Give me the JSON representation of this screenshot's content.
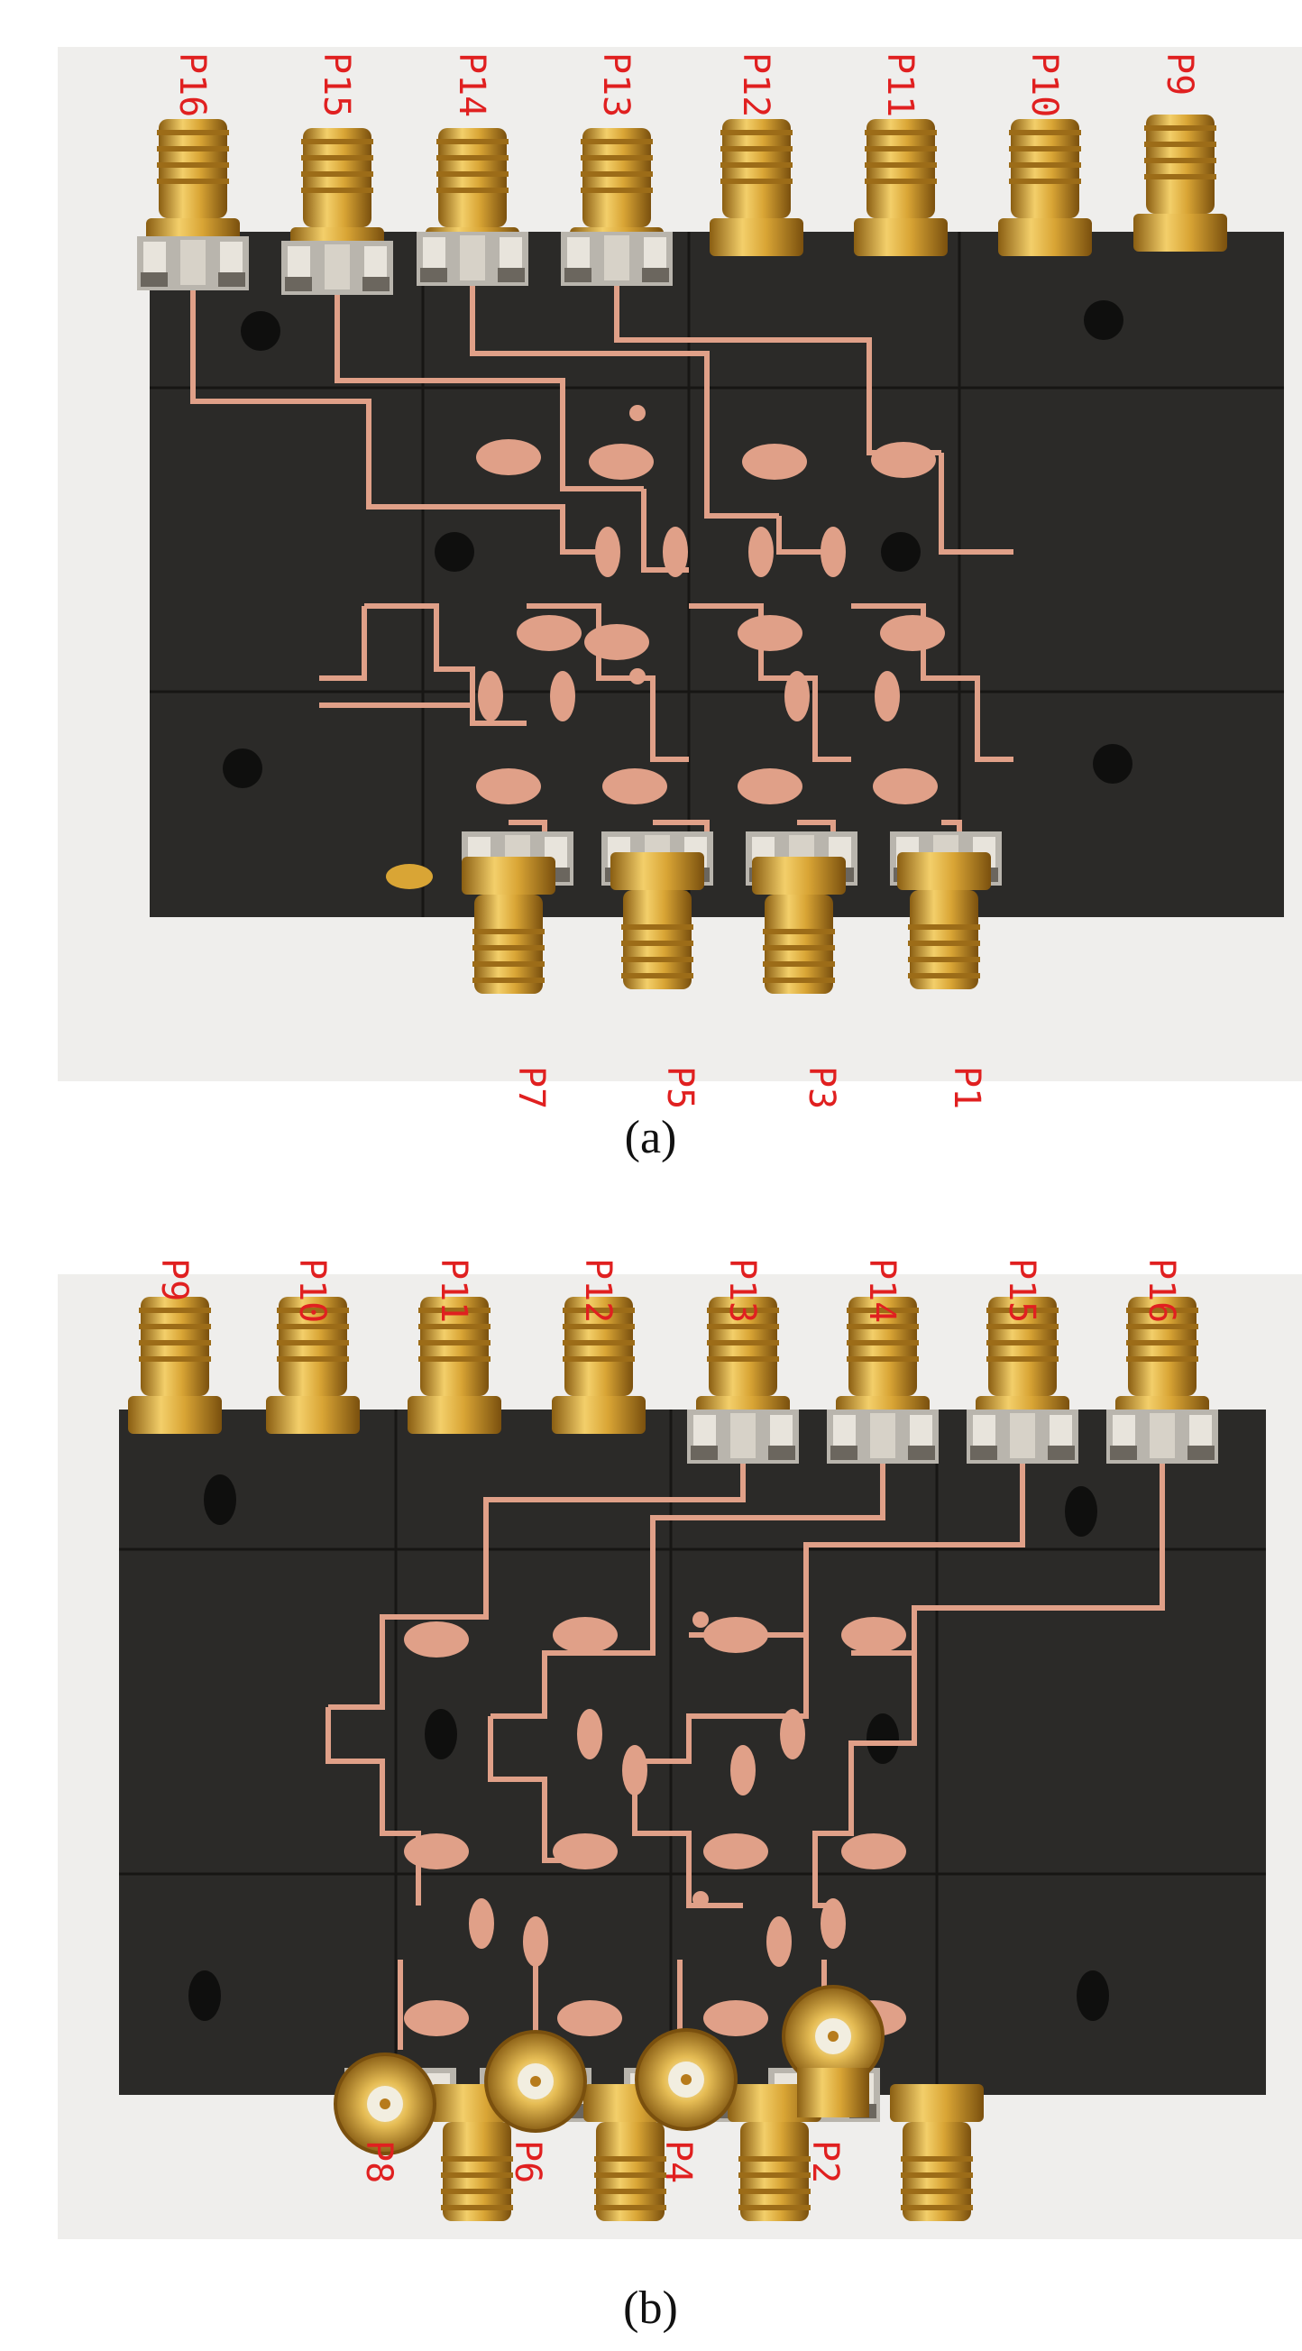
{
  "figure": {
    "panel_a": {
      "caption": "(a)",
      "top_ports": [
        "P16",
        "P15",
        "P14",
        "P13",
        "P12",
        "P11",
        "P10",
        "P9"
      ],
      "bottom_ports": [
        "P7",
        "P5",
        "P3",
        "P1"
      ]
    },
    "panel_b": {
      "caption": "(b)",
      "top_ports": [
        "P9",
        "P10",
        "P11",
        "P12",
        "P13",
        "P14",
        "P15",
        "P16"
      ],
      "bottom_ports": [
        "P8",
        "P6",
        "P4",
        "P2"
      ]
    }
  },
  "colors": {
    "board": "#2b2a28",
    "copper_trace": "#e0a088",
    "connector_gold": "#d9a535",
    "label_red": "#e02020",
    "background": "#efeeec"
  }
}
